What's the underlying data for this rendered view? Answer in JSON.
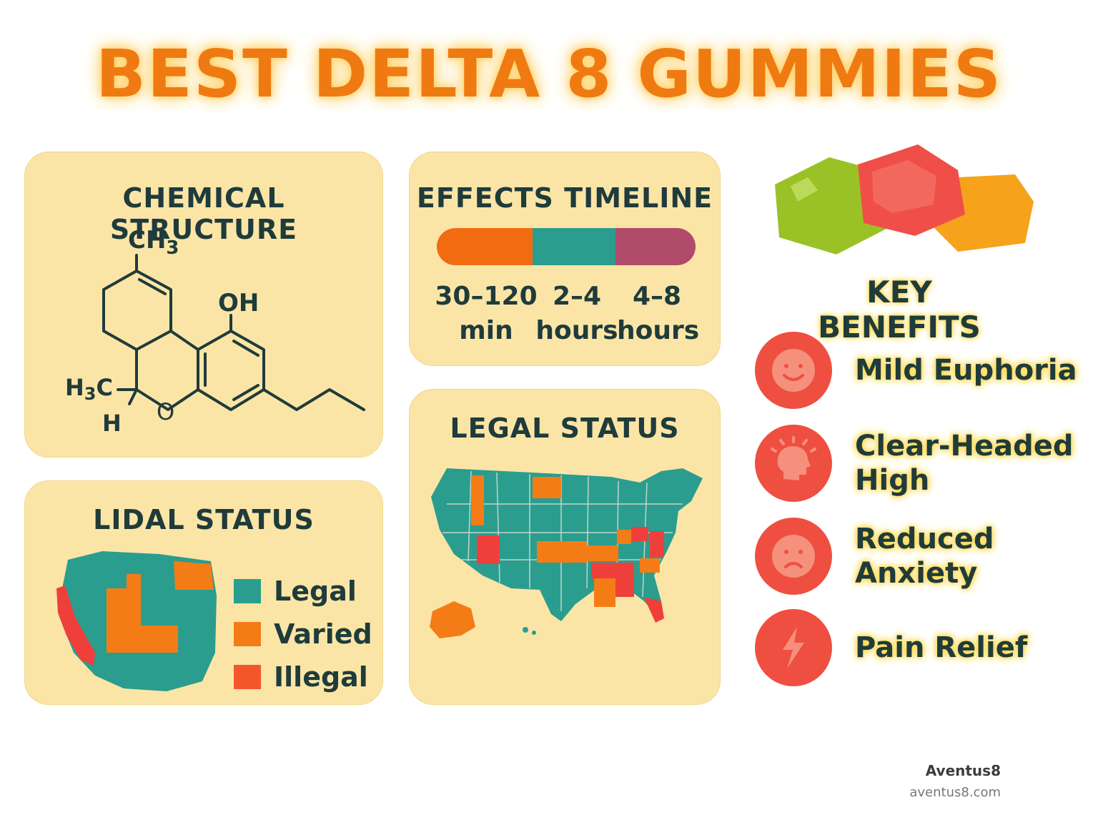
{
  "title": "BEST DELTA 8 GUMMIES",
  "chemical": {
    "title": "CHEMICAL STRUCTURE",
    "ch3": "CH",
    "ch3_sub": "3",
    "oh": "OH",
    "h3c": "H",
    "h3c_sub": "3",
    "h3c_c": "C",
    "h": "H",
    "o": "O"
  },
  "timeline": {
    "title": "EFFECTS TIMELINE",
    "segments": [
      {
        "label1": "30–120",
        "label2": "min",
        "color": "#f26b10"
      },
      {
        "label1": "2–4",
        "label2": "hours",
        "color": "#2a9d8f"
      },
      {
        "label1": "4–8",
        "label2": "hours",
        "color": "#b04a6a"
      }
    ]
  },
  "lidal": {
    "title": "LIDAL STATUS",
    "legend": [
      {
        "label": "Legal",
        "color": "#2a9d8f"
      },
      {
        "label": "Varied",
        "color": "#f47c16"
      },
      {
        "label": "Illegal",
        "color": "#f4562a"
      }
    ]
  },
  "legal": {
    "title": "LEGAL STATUS"
  },
  "benefits": {
    "title": "KEY BENEFITS",
    "items": [
      {
        "label": "Mild Euphoria",
        "icon": "smile-icon"
      },
      {
        "label_line1": "Clear-Headed",
        "label_line2": "High",
        "icon": "head-icon"
      },
      {
        "label": "Reduced Anxiety",
        "icon": "frown-icon"
      },
      {
        "label": "Pain Relief",
        "icon": "lightning-icon"
      }
    ]
  },
  "footer": {
    "brand": "Aventus8",
    "url": "aventus8.com"
  },
  "colors": {
    "card": "#fbe5a6",
    "orange": "#f07a12",
    "teal": "#2a9d8f",
    "red": "#ef4f40"
  }
}
